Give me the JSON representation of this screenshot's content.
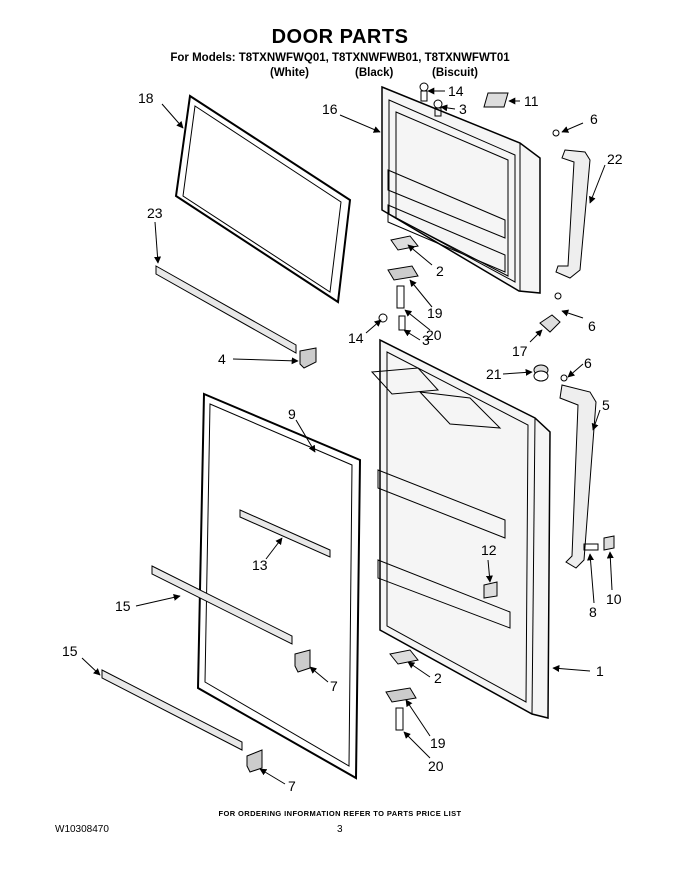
{
  "header": {
    "title": "DOOR PARTS",
    "models": "For Models: T8TXNWFWQ01, T8TXNWFWB01, T8TXNWFWT01",
    "colors": [
      "(White)",
      "(Black)",
      "(Biscuit)"
    ]
  },
  "callouts": {
    "c18": "18",
    "c16": "16",
    "c14a": "14",
    "c3a": "3",
    "c11": "11",
    "c6a": "6",
    "c22": "22",
    "c23": "23",
    "c2a": "2",
    "c19a": "19",
    "c20a": "20",
    "c14b": "14",
    "c3b": "3",
    "c6b": "6",
    "c17": "17",
    "c4": "4",
    "c21": "21",
    "c6c": "6",
    "c5": "5",
    "c9": "9",
    "c13": "13",
    "c12": "12",
    "c15a": "15",
    "c8": "8",
    "c10": "10",
    "c1": "1",
    "c7a": "7",
    "c15b": "15",
    "c2b": "2",
    "c19b": "19",
    "c20b": "20",
    "c7b": "7"
  },
  "footer": {
    "note": "FOR ORDERING INFORMATION REFER TO PARTS PRICE LIST",
    "doc_id": "W10308470",
    "page": "3"
  }
}
